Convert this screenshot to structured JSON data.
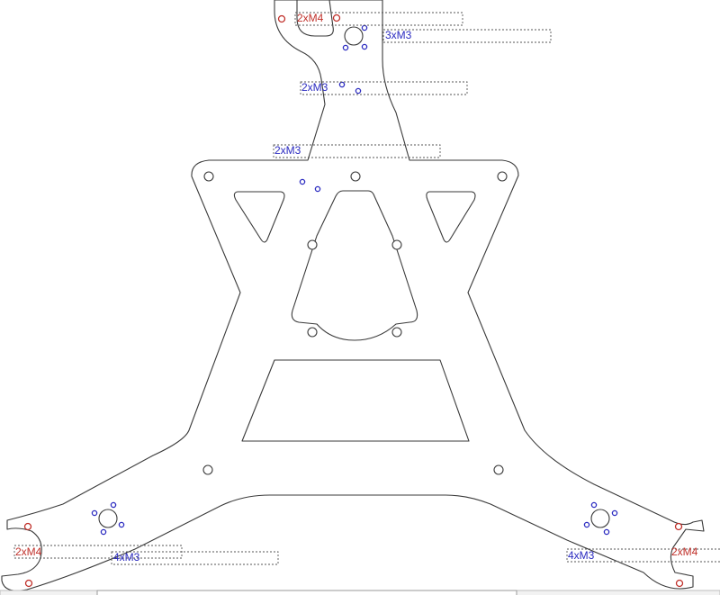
{
  "colors": {
    "m4": "#c0302a",
    "m3": "#2a2ac0",
    "outline": "#3a3a3a"
  },
  "labels": {
    "top_m4": "2xM4",
    "top_m3_a": "3xM3",
    "top_m3_b": "2xM3",
    "top_m3_c": "2xM3",
    "left_m4": "2xM4",
    "left_m3": "4xM3",
    "right_m3": "4xM3",
    "right_m4": "2xM4"
  }
}
